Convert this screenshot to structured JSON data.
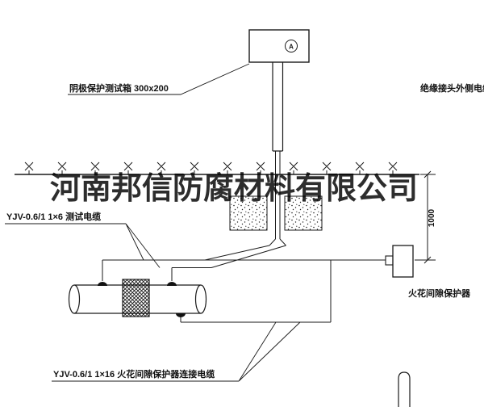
{
  "watermark": "河南邦信防腐材料有限公司",
  "labels": {
    "test_box": "阴极保护测试箱 300x200",
    "outer_cable": "绝缘接头外侧电缆",
    "test_cable": "YJV-0.6/1 1×6  测试电缆",
    "spark_gap": "火花间隙保护器",
    "spark_gap_cable": "YJV-0.6/1 1×16  火花间隙保护器连接电缆",
    "ammeter": "A",
    "dimension_height": "1000"
  },
  "colors": {
    "line": "#1a1a1a",
    "background": "#ffffff",
    "watermark": "#000000"
  }
}
